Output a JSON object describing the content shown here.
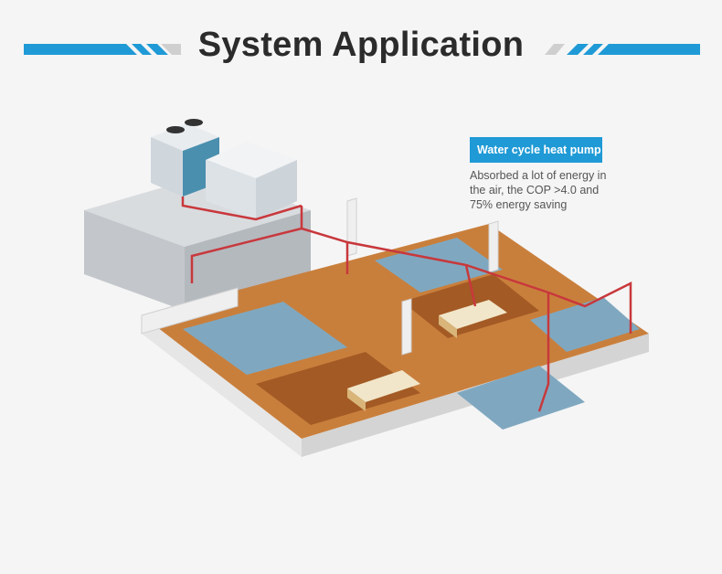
{
  "header": {
    "title": "System Application"
  },
  "callout": {
    "label": "Water cycle heat pump",
    "description_lines": [
      "Absorbed a lot of energy in",
      "the air, the COP >4.0 and",
      "75% energy saving"
    ]
  },
  "colors": {
    "accent_blue": "#1f9ad6",
    "pipe_red": "#c8383c",
    "background": "#f5f5f5"
  }
}
